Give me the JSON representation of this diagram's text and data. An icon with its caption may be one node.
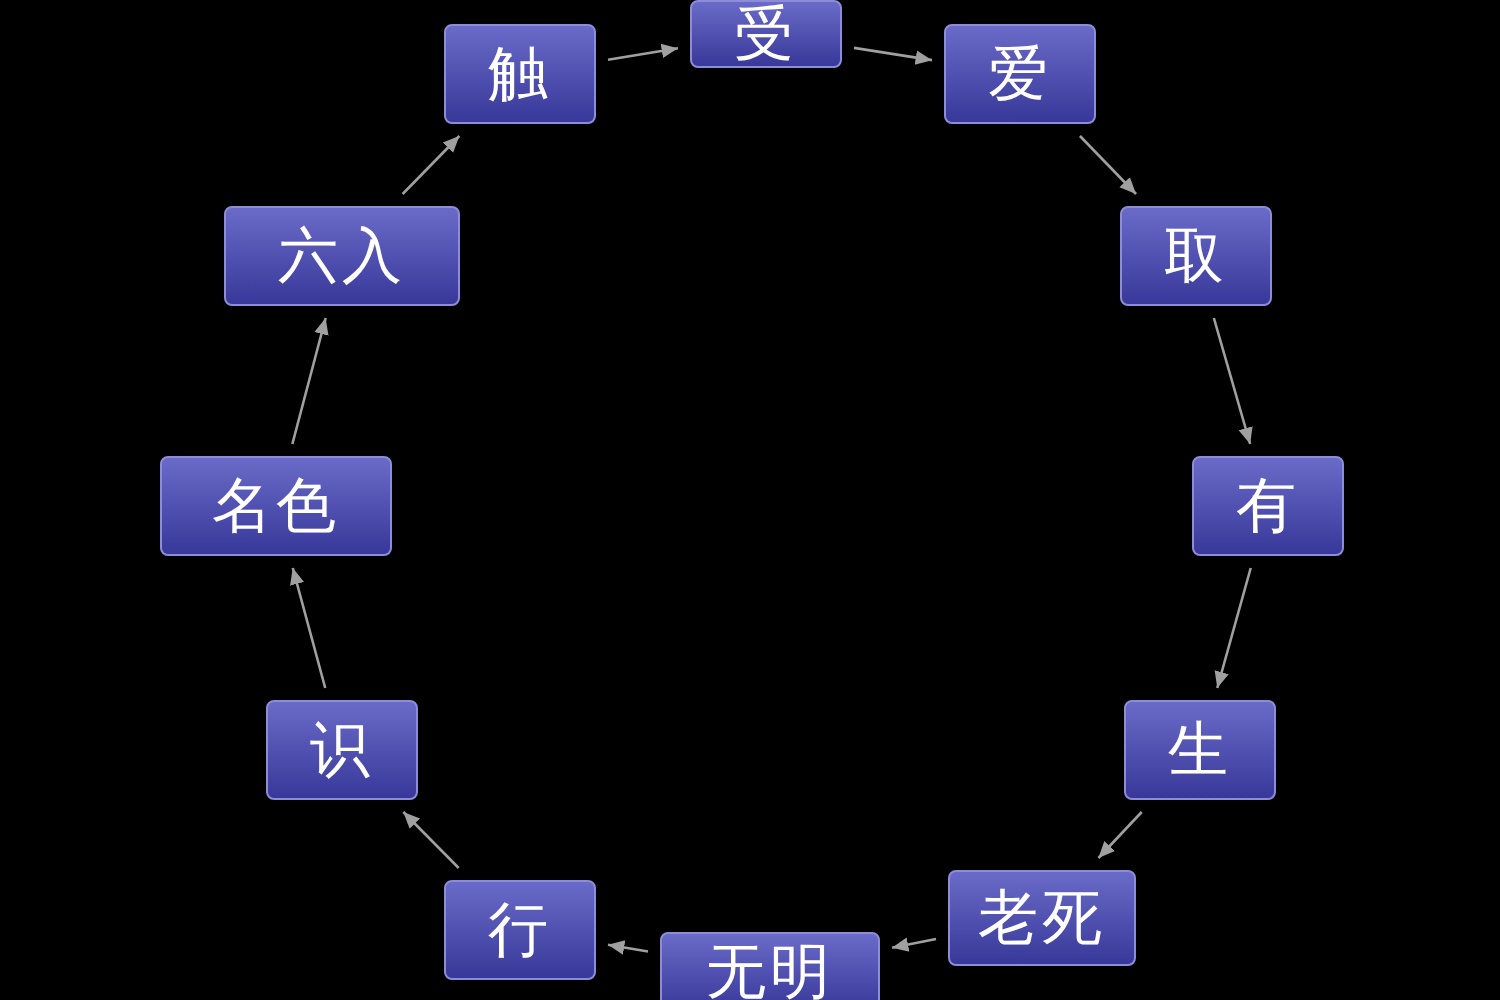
{
  "diagram": {
    "nodes": [
      {
        "text": [
          "受"
        ]
      },
      {
        "text": [
          "爱"
        ]
      },
      {
        "text": [
          "取"
        ]
      },
      {
        "text": [
          "有"
        ]
      },
      {
        "text": [
          "生"
        ]
      },
      {
        "text": [
          "老死"
        ]
      },
      {
        "text": [
          "无明"
        ]
      },
      {
        "text": [
          "行"
        ]
      },
      {
        "text": [
          "识"
        ]
      },
      {
        "text": [
          "名色"
        ]
      },
      {
        "text": [
          "六入"
        ]
      },
      {
        "text": [
          "触"
        ]
      }
    ],
    "edges": [
      {
        "from": 11,
        "to": 0,
        "arrow": "to"
      },
      {
        "from": 0,
        "to": 1,
        "arrow": "to"
      },
      {
        "from": 1,
        "to": 2,
        "arrow": "to"
      },
      {
        "from": 2,
        "to": 3,
        "arrow": "to"
      },
      {
        "from": 3,
        "to": 4,
        "arrow": "to"
      },
      {
        "from": 4,
        "to": 5,
        "arrow": "to"
      },
      {
        "from": 5,
        "to": 6,
        "arrow": "to"
      },
      {
        "from": 6,
        "to": 7,
        "arrow": "to"
      },
      {
        "from": 7,
        "to": 8,
        "arrow": "to"
      },
      {
        "from": 8,
        "to": 9,
        "arrow": "to"
      },
      {
        "from": 9,
        "to": 10,
        "arrow": "to"
      },
      {
        "from": 10,
        "to": 11,
        "arrow": "to"
      }
    ]
  }
}
